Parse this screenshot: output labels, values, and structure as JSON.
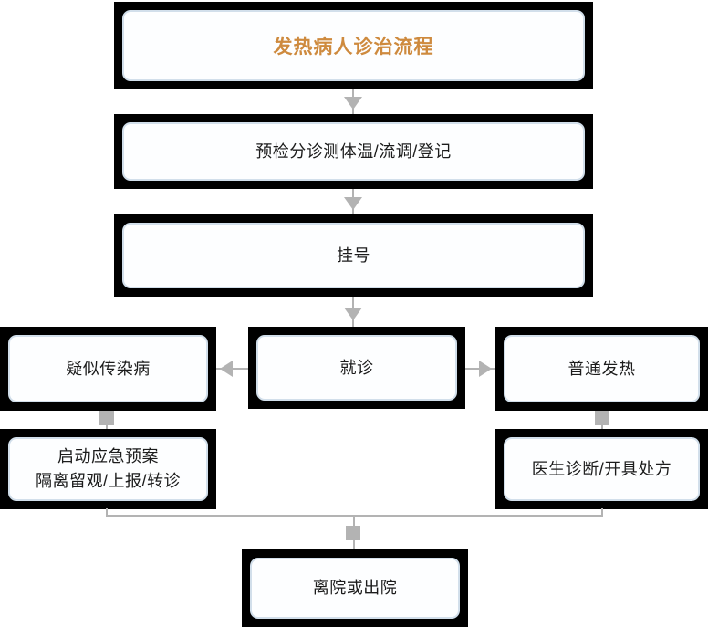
{
  "diagram": {
    "title": "发热病人诊治流程",
    "nodes": {
      "triage": "预检分诊测体温/流调/登记",
      "register": "挂号",
      "suspected": "疑似传染病",
      "visit": "就诊",
      "common_fever": "普通发热",
      "emergency_line1": "启动应急预案",
      "emergency_line2": "隔离留观/上报/转诊",
      "diagnosis": "医生诊断/开具处方",
      "discharge": "离院或出院"
    },
    "icons": {
      "arrow_down": "▼",
      "arrow_left": "◀",
      "arrow_right": "▶",
      "connector_square": "■"
    },
    "colors": {
      "background": "#ffffff",
      "node_fill": "#000000",
      "inner_fill": "#fdfeff",
      "inner_border": "#d2dfeb",
      "title_text": "#ce8a3e",
      "node_text": "#1c1c1c",
      "connector": "#b3b3b3"
    }
  }
}
